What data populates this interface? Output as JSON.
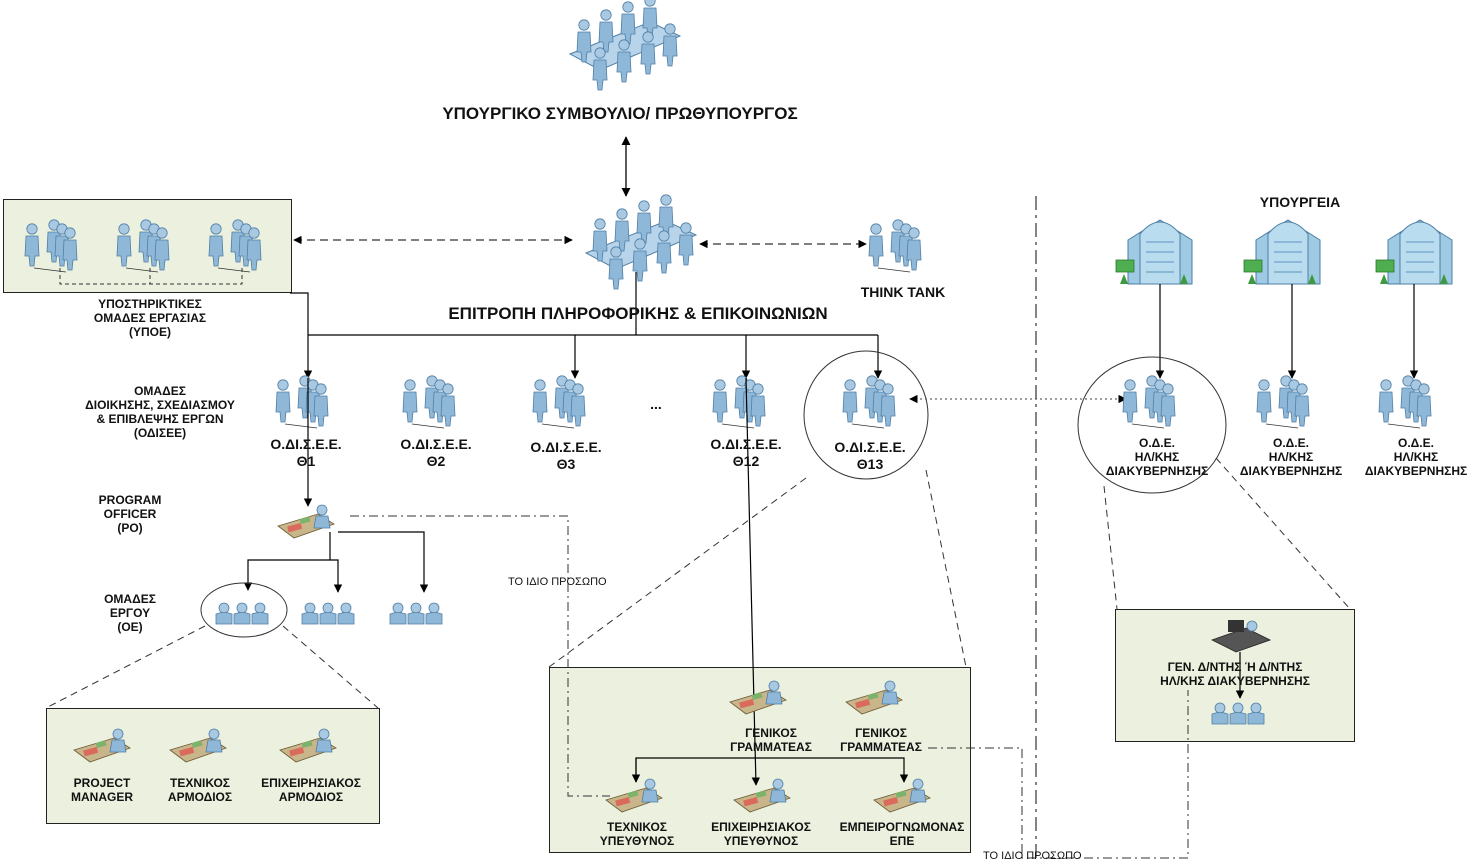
{
  "top": {
    "cabinet_title": "ΥΠΟΥΡΓΙΚΟ ΣΥΜΒΟΥΛΙΟ/ ΠΡΩΘΥΠΟΥΡΓΟΣ",
    "committee_title": "ΕΠΙΤΡΟΠΗ ΠΛΗΡΟΦΟΡΙΚΗΣ & ΕΠΙΚΟΙΝΩΝΙΩΝ",
    "think_tank": "THINK TANK",
    "ministries": "ΥΠΟΥΡΓΕΙΑ"
  },
  "left_labels": {
    "ypoe": "ΥΠΟΣΤΗΡΙΚΤΙΚΕΣ\nΟΜΑΔΕΣ ΕΡΓΑΣΙΑΣ\n(ΥΠΟΕ)",
    "odisee": "ΟΜΑΔΕΣ\nΔΙΟΙΚΗΣΗΣ, ΣΧΕΔΙΑΣΜΟΥ\n& ΕΠΙΒΛΕΨΗΣ ΕΡΓΩΝ\n(ΟΔΙΣΕΕ)",
    "po": "PROGRAM\nOFFICER\n(PO)",
    "oe": "ΟΜΑΔΕΣ\nΕΡΓΟΥ\n(ΟΕ)"
  },
  "groups": [
    "Ο.ΔΙ.Σ.Ε.Ε.\nΘ1",
    "Ο.ΔΙ.Σ.Ε.Ε.\nΘ2",
    "Ο.ΔΙ.Σ.Ε.Ε.\nΘ3",
    "Ο.ΔΙ.Σ.Ε.Ε.\nΘ12",
    "Ο.ΔΙ.Σ.Ε.Ε.\nΘ13"
  ],
  "ellipsis": "...",
  "ode": [
    "Ο.Δ.Ε.\nΗΛ/ΚΗΣ\nΔΙΑΚΥΒΕΡΝΗΣΗΣ",
    "Ο.Δ.Ε.\nΗΛ/ΚΗΣ\nΔΙΑΚΥΒΕΡΝΗΣΗΣ",
    "Ο.Δ.Ε.\nΗΛ/ΚΗΣ\nΔΙΑΚΥΒΕΡΝΗΣΗΣ"
  ],
  "project_box": {
    "roles": [
      "PROJECT\nMANAGER",
      "ΤΕΧΝΙΚΟΣ\nΑΡΜΟΔΙΟΣ",
      "ΕΠΙΧΕΙΡΗΣΙΑΚΟΣ\nΑΡΜΟΔΙΟΣ"
    ]
  },
  "committee_box": {
    "secretaries": [
      "ΓΕΝΙΚΟΣ\nΓΡΑΜΜΑΤΕΑΣ",
      "ΓΕΝΙΚΟΣ\nΓΡΑΜΜΑΤΕΑΣ"
    ],
    "roles": [
      "ΤΕΧΝΙΚΟΣ\nΥΠΕΥΘΥΝΟΣ",
      "ΕΠΙΧΕΙΡΗΣΙΑΚΟΣ\nΥΠΕΥΘΥΝΟΣ",
      "ΕΜΠΕΙΡΟΓΝΩΜΟΝΑΣ\nΕΠΕ"
    ]
  },
  "director_box": {
    "title": "ΓΕΝ. Δ/ΝΤΗΣ Ή Δ/ΝΤΗΣ\nΗΛ/ΚΗΣ ΔΙΑΚΥΒΕΡΝΗΣΗΣ"
  },
  "notes": {
    "same_person_1": "ΤΟ ΙΔΙΟ ΠΡΟΣΩΠΟ",
    "same_person_2": "ΤΟ ΙΔΙΟ ΠΡΟΣΩΠΟ"
  },
  "colors": {
    "box_fill": "#ebf1de",
    "person_body": "#8fb8d8",
    "person_head": "#a9c9e2",
    "building": "#9ecbe3"
  },
  "icons": [
    "meeting-table-icon",
    "person-group-icon",
    "building-icon",
    "desk-worker-icon",
    "computer-desk-icon"
  ]
}
